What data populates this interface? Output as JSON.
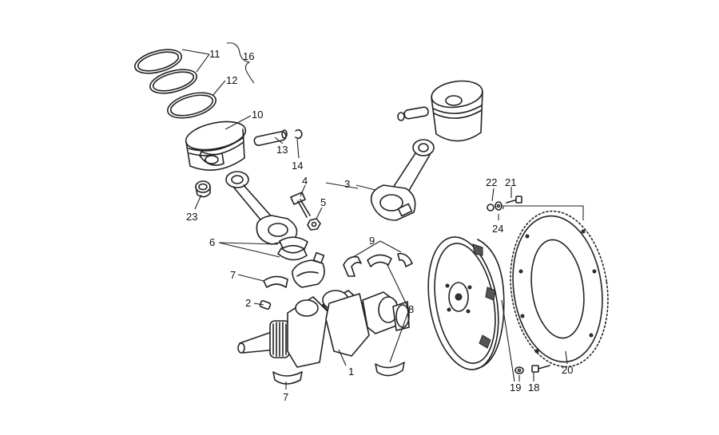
{
  "callouts": [
    {
      "id": "c1",
      "label": "1"
    },
    {
      "id": "c2",
      "label": "2"
    },
    {
      "id": "c3",
      "label": "3"
    },
    {
      "id": "c4",
      "label": "4"
    },
    {
      "id": "c5",
      "label": "5"
    },
    {
      "id": "c6",
      "label": "6"
    },
    {
      "id": "c7a",
      "label": "7"
    },
    {
      "id": "c7b",
      "label": "7"
    },
    {
      "id": "c8",
      "label": "8"
    },
    {
      "id": "c9",
      "label": "9"
    },
    {
      "id": "c10",
      "label": "10"
    },
    {
      "id": "c11",
      "label": "11"
    },
    {
      "id": "c12",
      "label": "12"
    },
    {
      "id": "c13",
      "label": "13"
    },
    {
      "id": "c14",
      "label": "14"
    },
    {
      "id": "c16",
      "label": "16"
    },
    {
      "id": "c18",
      "label": "18"
    },
    {
      "id": "c19",
      "label": "19"
    },
    {
      "id": "c20",
      "label": "20"
    },
    {
      "id": "c21",
      "label": "21"
    },
    {
      "id": "c22",
      "label": "22"
    },
    {
      "id": "c23",
      "label": "23"
    },
    {
      "id": "c24",
      "label": "24"
    }
  ]
}
